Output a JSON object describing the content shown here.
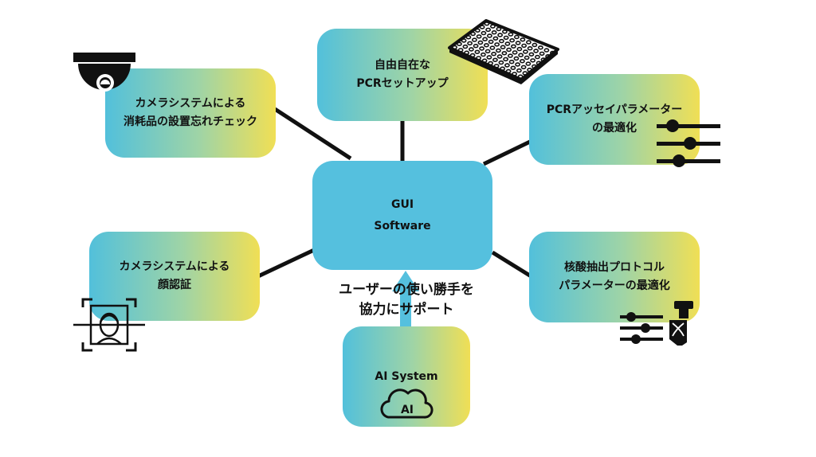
{
  "center": {
    "line1": "GUI",
    "line2": "Software"
  },
  "nodes": {
    "pcr_setup": {
      "line1": "自由自在な",
      "line2": "PCRセットアップ"
    },
    "camera_consumables": {
      "line1": "カメラシステムによる",
      "line2": "消耗品の設置忘れチェック"
    },
    "pcr_assay": {
      "line1": "PCRアッセイパラメーター",
      "line2": "の最適化"
    },
    "face_auth": {
      "line1": "カメラシステムによる",
      "line2": "顔認証"
    },
    "extraction": {
      "line1": "核酸抽出プロトコル",
      "line2": "パラメーターの最適化"
    },
    "ai_system": {
      "label": "AI System",
      "icon_text": "AI"
    }
  },
  "support": {
    "line1": "ユーザーの使い勝手を",
    "line2": "協力にサポート"
  },
  "icons": {
    "camera": "dome-camera-icon",
    "well_plate": "well-plate-icon",
    "sliders": "sliders-icon",
    "face_scan": "face-scan-icon",
    "dna_sliders": "dna-sliders-icon",
    "cloud": "ai-cloud-icon"
  },
  "colors": {
    "gradient_start": "#52c0db",
    "gradient_end": "#f0df55",
    "center_fill": "#55c0de",
    "arrow": "#55c0de",
    "link": "#111111"
  }
}
